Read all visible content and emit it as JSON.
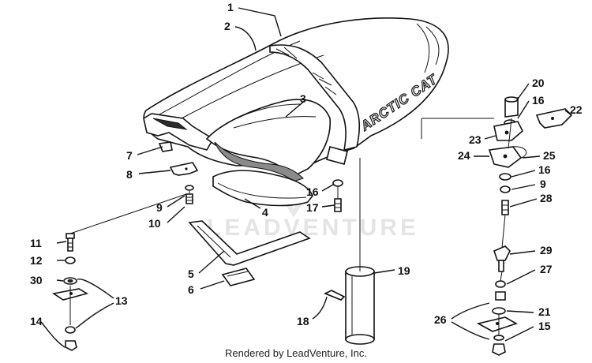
{
  "diagram": {
    "brand_text": "ARCTIC CAT",
    "watermark": "LEADVENTURE",
    "credit": "Rendered by LeadVenture, Inc.",
    "callouts": {
      "c1": "1",
      "c2": "2",
      "c3": "3",
      "c4": "4",
      "c5": "5",
      "c6": "6",
      "c7": "7",
      "c8": "8",
      "c9a": "9",
      "c9b": "9",
      "c10": "10",
      "c11": "11",
      "c12": "12",
      "c13": "13",
      "c14": "14",
      "c15": "15",
      "c16a": "16",
      "c16b": "16",
      "c16c": "16",
      "c17": "17",
      "c18": "18",
      "c19": "19",
      "c20": "20",
      "c21": "21",
      "c22": "22",
      "c23": "23",
      "c24": "24",
      "c25": "25",
      "c26": "26",
      "c27": "27",
      "c28": "28",
      "c29": "29",
      "c30": "30"
    }
  }
}
